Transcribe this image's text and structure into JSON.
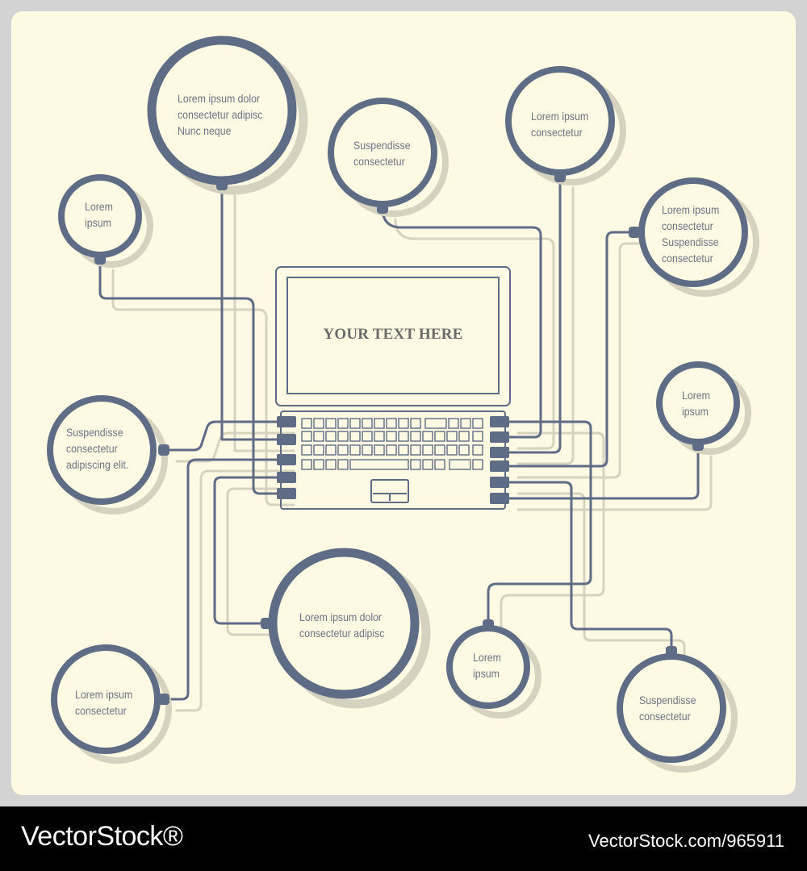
{
  "colors": {
    "background": "#fdf9e3",
    "outer": "#d3d3d3",
    "line": "#5f6c85",
    "shadow": "#d5d3c0",
    "text": "#6e7385"
  },
  "screen": {
    "text": "YOUR TEXT HERE"
  },
  "nodes": [
    {
      "id": "n1",
      "lines": [
        "Lorem ipsum dolor",
        "consectetur adipisc",
        "Nunc  neque"
      ]
    },
    {
      "id": "n2",
      "lines": [
        "Suspendisse",
        "consectetur"
      ]
    },
    {
      "id": "n3",
      "lines": [
        "Lorem ipsum",
        "consectetur"
      ]
    },
    {
      "id": "n4",
      "lines": [
        "Lorem",
        "ipsum"
      ]
    },
    {
      "id": "n5",
      "lines": [
        "Lorem ipsum",
        "consectetur",
        "Suspendisse",
        "consectetur"
      ]
    },
    {
      "id": "n6",
      "lines": [
        "Suspendisse",
        "consectetur",
        "adipiscing elit."
      ]
    },
    {
      "id": "n7",
      "lines": [
        "Lorem",
        "ipsum"
      ]
    },
    {
      "id": "n8",
      "lines": [
        "Lorem ipsum dolor",
        "consectetur adipisc"
      ]
    },
    {
      "id": "n9",
      "lines": [
        "Lorem ipsum",
        "consectetur"
      ]
    },
    {
      "id": "n10",
      "lines": [
        "Lorem",
        "ipsum"
      ]
    },
    {
      "id": "n11",
      "lines": [
        "Suspendisse",
        "consectetur"
      ]
    }
  ],
  "footer": {
    "brand": "VectorStock®",
    "image_ref": "VectorStock.com/965911"
  }
}
